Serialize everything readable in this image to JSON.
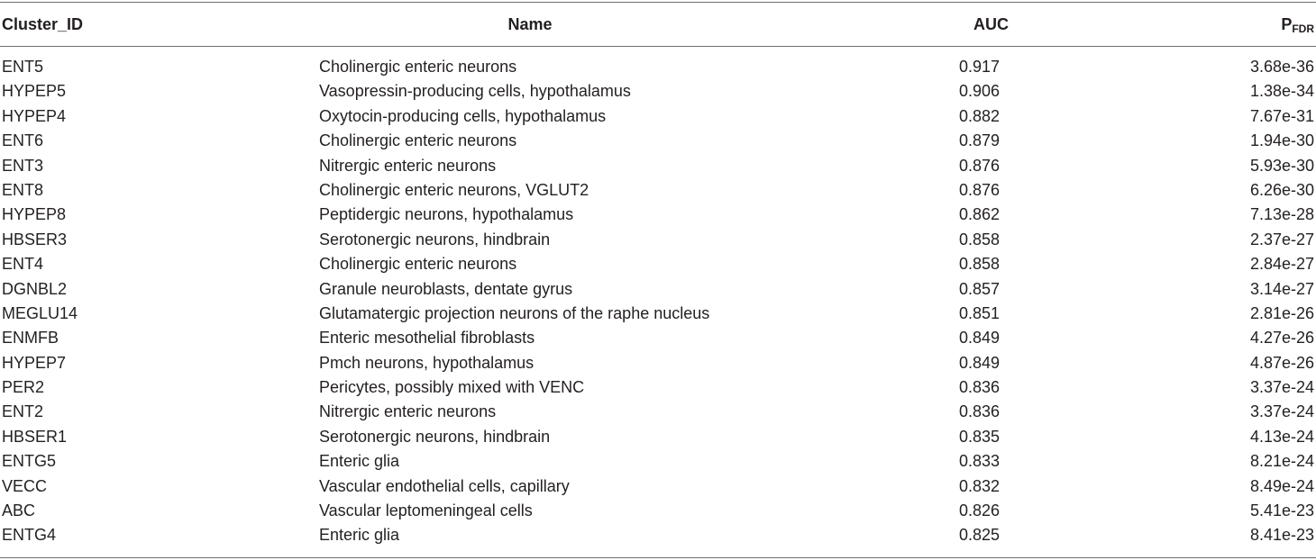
{
  "header": {
    "cluster_id": "Cluster_ID",
    "name": "Name",
    "auc": "AUC",
    "p_main": "P",
    "p_sub": "FDR"
  },
  "rows": [
    {
      "cluster_id": "ENT5",
      "name": "Cholinergic enteric neurons",
      "auc": "0.917",
      "p_fdr": "3.68e-36"
    },
    {
      "cluster_id": "HYPEP5",
      "name": "Vasopressin-producing cells, hypothalamus",
      "auc": "0.906",
      "p_fdr": "1.38e-34"
    },
    {
      "cluster_id": "HYPEP4",
      "name": "Oxytocin-producing cells, hypothalamus",
      "auc": "0.882",
      "p_fdr": "7.67e-31"
    },
    {
      "cluster_id": "ENT6",
      "name": "Cholinergic enteric neurons",
      "auc": "0.879",
      "p_fdr": "1.94e-30"
    },
    {
      "cluster_id": "ENT3",
      "name": "Nitrergic enteric neurons",
      "auc": "0.876",
      "p_fdr": "5.93e-30"
    },
    {
      "cluster_id": "ENT8",
      "name": "Cholinergic enteric neurons, VGLUT2",
      "auc": "0.876",
      "p_fdr": "6.26e-30"
    },
    {
      "cluster_id": "HYPEP8",
      "name": "Peptidergic neurons, hypothalamus",
      "auc": "0.862",
      "p_fdr": "7.13e-28"
    },
    {
      "cluster_id": "HBSER3",
      "name": "Serotonergic neurons, hindbrain",
      "auc": "0.858",
      "p_fdr": "2.37e-27"
    },
    {
      "cluster_id": "ENT4",
      "name": "Cholinergic enteric neurons",
      "auc": "0.858",
      "p_fdr": "2.84e-27"
    },
    {
      "cluster_id": "DGNBL2",
      "name": "Granule neuroblasts, dentate gyrus",
      "auc": "0.857",
      "p_fdr": "3.14e-27"
    },
    {
      "cluster_id": "MEGLU14",
      "name": "Glutamatergic projection neurons of the raphe nucleus",
      "auc": "0.851",
      "p_fdr": "2.81e-26"
    },
    {
      "cluster_id": "ENMFB",
      "name": "Enteric mesothelial fibroblasts",
      "auc": "0.849",
      "p_fdr": "4.27e-26"
    },
    {
      "cluster_id": "HYPEP7",
      "name": "Pmch neurons, hypothalamus",
      "auc": "0.849",
      "p_fdr": "4.87e-26"
    },
    {
      "cluster_id": "PER2",
      "name": "Pericytes, possibly mixed with VENC",
      "auc": "0.836",
      "p_fdr": "3.37e-24"
    },
    {
      "cluster_id": "ENT2",
      "name": "Nitrergic enteric neurons",
      "auc": "0.836",
      "p_fdr": "3.37e-24"
    },
    {
      "cluster_id": "HBSER1",
      "name": "Serotonergic neurons, hindbrain",
      "auc": "0.835",
      "p_fdr": "4.13e-24"
    },
    {
      "cluster_id": "ENTG5",
      "name": "Enteric glia",
      "auc": "0.833",
      "p_fdr": "8.21e-24"
    },
    {
      "cluster_id": "VECC",
      "name": "Vascular endothelial cells, capillary",
      "auc": "0.832",
      "p_fdr": "8.49e-24"
    },
    {
      "cluster_id": "ABC",
      "name": "Vascular leptomeningeal cells",
      "auc": "0.826",
      "p_fdr": "5.41e-23"
    },
    {
      "cluster_id": "ENTG4",
      "name": "Enteric glia",
      "auc": "0.825",
      "p_fdr": "8.41e-23"
    }
  ]
}
